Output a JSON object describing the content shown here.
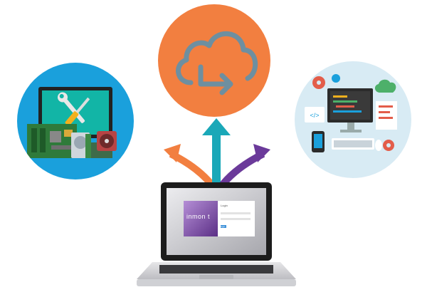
{
  "login_screen": {
    "brand_text": "inmon",
    "brand_suffix": "t",
    "form_title": "Login",
    "button_label": "login"
  },
  "icons": {
    "hardware": "hardware-repair-icon",
    "cloud": "cloud-sync-icon",
    "development": "web-development-icon"
  },
  "colors": {
    "hardware_circle": "#1aa0dc",
    "cloud_circle": "#f27f40",
    "dev_circle": "#d8ebf4",
    "arrow_left": "#f27f40",
    "arrow_center": "#1aa8b8",
    "arrow_right": "#6b3a9a"
  }
}
